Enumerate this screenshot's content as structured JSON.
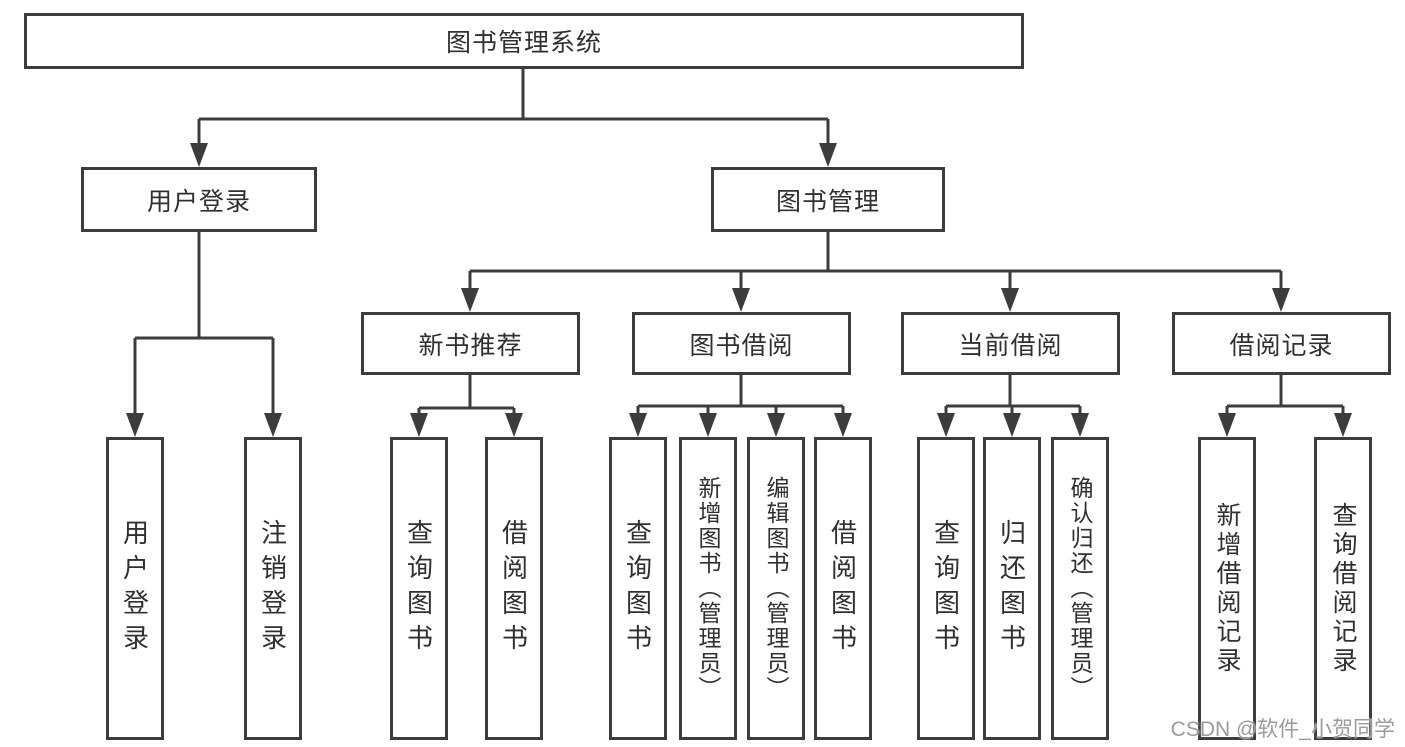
{
  "diagram": {
    "root": {
      "label": "图书管理系统"
    },
    "user_login": {
      "label": "用户登录",
      "children": [
        {
          "label": "用户登录"
        },
        {
          "label": "注销登录"
        }
      ]
    },
    "book_mgmt": {
      "label": "图书管理",
      "sections": [
        {
          "label": "新书推荐",
          "children": [
            {
              "label": "查询图书"
            },
            {
              "label": "借阅图书"
            }
          ]
        },
        {
          "label": "图书借阅",
          "children": [
            {
              "label": "查询图书"
            },
            {
              "label": "新增图书（管理员）"
            },
            {
              "label": "编辑图书（管理员）"
            },
            {
              "label": "借阅图书"
            }
          ]
        },
        {
          "label": "当前借阅",
          "children": [
            {
              "label": "查询图书"
            },
            {
              "label": "归还图书"
            },
            {
              "label": "确认归还（管理员）"
            }
          ]
        },
        {
          "label": "借阅记录",
          "children": [
            {
              "label": "新增借阅记录"
            },
            {
              "label": "查询借阅记录"
            }
          ]
        }
      ]
    },
    "line_color": "#3c3c3c"
  },
  "watermark": "CSDN @软件_小贺同学"
}
